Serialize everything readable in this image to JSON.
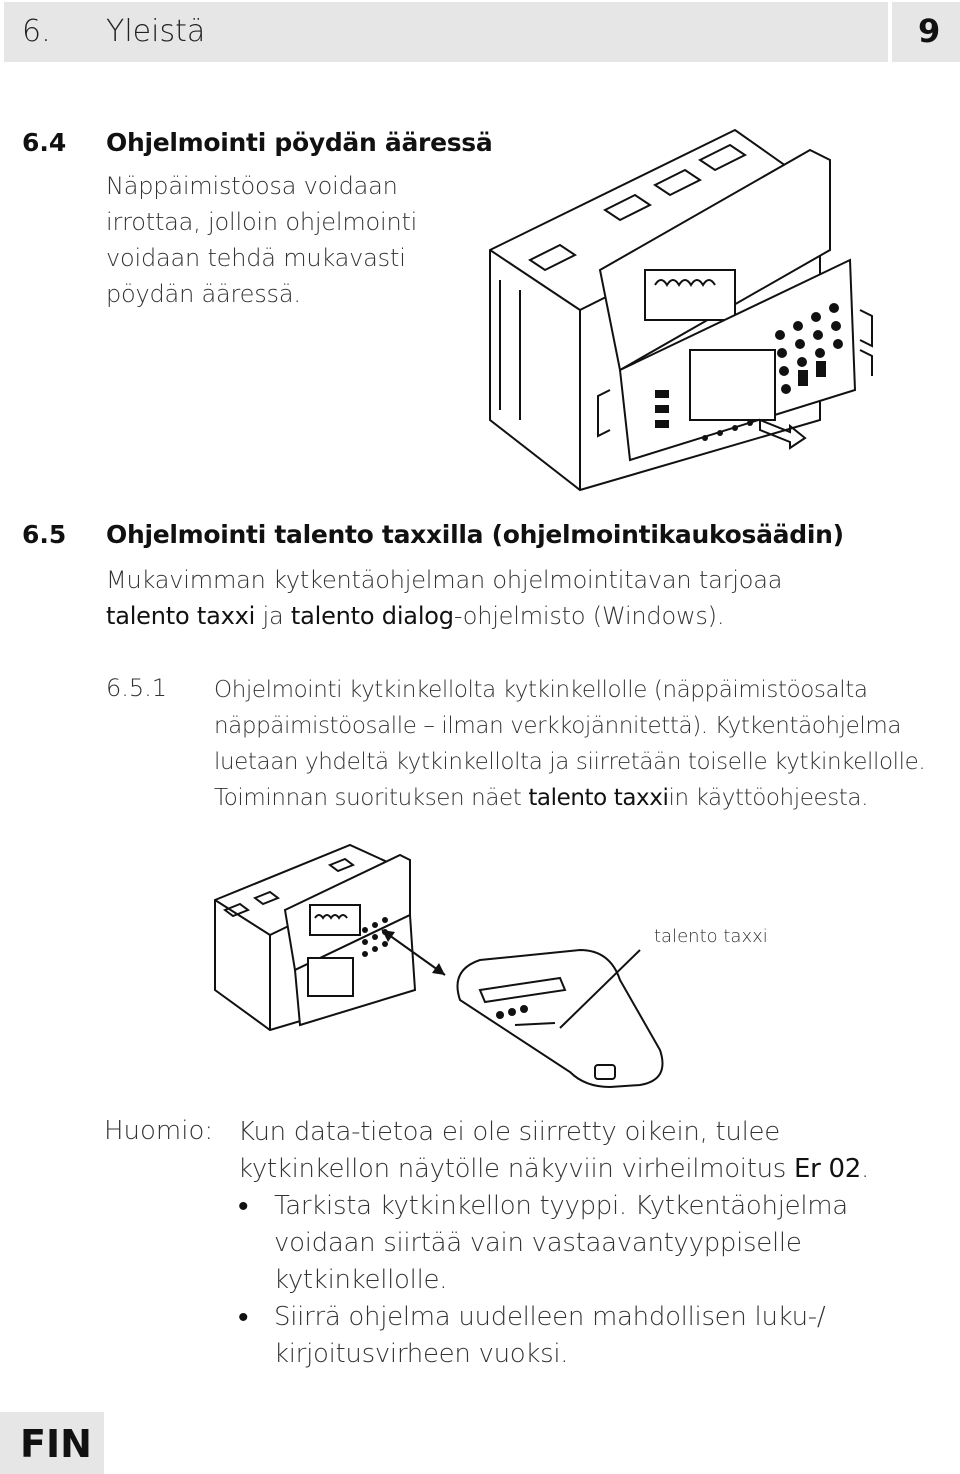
{
  "header": {
    "chapter": "6.",
    "title": "Yleistä",
    "page_number": "9"
  },
  "section_6_4": {
    "number": "6.4",
    "title": "Ohjelmointi pöydän ääressä",
    "lines": [
      "Näppäimistöosa voidaan",
      "irrottaa, jolloin ohjelmointi",
      "voidaan tehdä mukavasti",
      "pöydän ääressä."
    ]
  },
  "section_6_5": {
    "number": "6.5",
    "title": "Ohjelmointi talento taxxilla (ohjelmointikaukosäädin)",
    "line1": "Mukavimman kytkentäohjelman ohjelmointitavan tarjoaa",
    "line2_bold1": "talento taxxi",
    "line2_mid": " ja ",
    "line2_bold2": "talento dialog",
    "line2_end": "-ohjelmisto (Windows)."
  },
  "section_6_5_1": {
    "number": "6.5.1",
    "line1": "Ohjelmointi kytkinkellolta kytkinkellolle (näppäimistöosalta",
    "line2": "näppäimistöosalle – ilman verkkojännitettä). Kytkentäohjelma",
    "line3": "luetaan yhdeltä kytkinkellolta ja siirretään toiselle kytkinkellolle.",
    "line4_start": "Toiminnan suorituksen näet ",
    "line4_bold": "talento taxxi",
    "line4_end": "in käyttöohjeesta."
  },
  "figure2": {
    "callout_label": "talento taxxi"
  },
  "note": {
    "label": "Huomio:",
    "line1": "Kun data-tietoa ei ole siirretty oikein, tulee",
    "line2_start": "kytkinkellon näytölle näkyviin virheilmoitus ",
    "line2_bold": "Er 02",
    "line2_end": ".",
    "bullets": [
      "Tarkista kytkinkellon tyyppi. Kytkentäohjelma voidaan siirtää vain vastaavantyyppiselle kytkinkellolle.",
      "Siirrä ohjelma uudelleen mahdollisen luku-/ kirjoitusvirheen vuoksi."
    ]
  },
  "footer": {
    "language": "FIN"
  }
}
